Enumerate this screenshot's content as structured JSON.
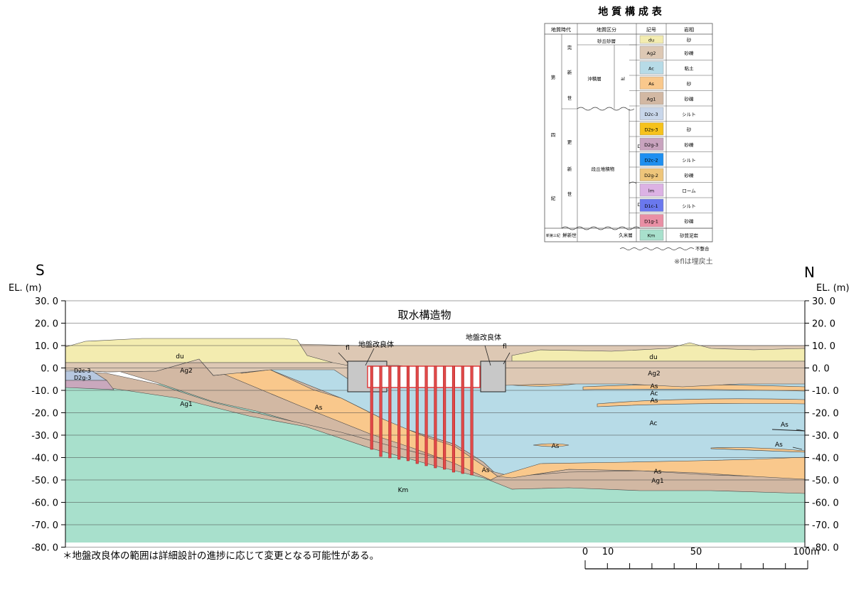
{
  "legend": {
    "title": "地 質 構 成 表",
    "headers": [
      "地質時代",
      "地質区分",
      "記号",
      "岩相"
    ],
    "era_chars": [
      "第",
      "四",
      "紀"
    ],
    "holocene_chars": [
      "完",
      "新",
      "世"
    ],
    "pleistocene_chars": [
      "更",
      "新",
      "世"
    ],
    "neogene_era": "新第三紀",
    "neogene_epoch": "鮮新世",
    "groups": {
      "dune": "砂丘砂層",
      "alluvium": "沖積層",
      "alluvium_code": "al",
      "terrace": "段丘堆積物",
      "d2": "D2",
      "d1": "D1",
      "kume": "久米層"
    },
    "rows": [
      {
        "code": "du",
        "color": "#f3ecb0",
        "facies": "砂"
      },
      {
        "code": "Ag2",
        "color": "#ddc8b4",
        "facies": "砂礫"
      },
      {
        "code": "Ac",
        "color": "#b7dbe7",
        "facies": "粘土"
      },
      {
        "code": "As",
        "color": "#f9c88c",
        "facies": "砂"
      },
      {
        "code": "Ag1",
        "color": "#d2b8a3",
        "facies": "砂礫"
      },
      {
        "code": "D2c-3",
        "color": "#c8d6ea",
        "facies": "シルト"
      },
      {
        "code": "D2s-3",
        "color": "#f6c21c",
        "facies": "砂"
      },
      {
        "code": "D2g-3",
        "color": "#c8a3be",
        "facies": "砂礫"
      },
      {
        "code": "D2c-2",
        "color": "#1e8ff0",
        "facies": "シルト"
      },
      {
        "code": "D2g-2",
        "color": "#eec57a",
        "facies": "砂礫"
      },
      {
        "code": "lm",
        "color": "#dcb2e4",
        "facies": "ローム"
      },
      {
        "code": "D1c-1",
        "color": "#6a78ee",
        "facies": "シルト"
      },
      {
        "code": "D1g-1",
        "color": "#e98fa5",
        "facies": "砂礫"
      },
      {
        "code": "Km",
        "color": "#a8e0cc",
        "facies": "砂質泥岩"
      }
    ],
    "unconformity": "不整合",
    "fill_note": "※flは埋戻土"
  },
  "section": {
    "south": "S",
    "north": "N",
    "axis_label": "EL. (m)",
    "ticks": [
      "30. 0",
      "20. 0",
      "10. 0",
      "0. 0",
      "-10. 0",
      "-20. 0",
      "-30. 0",
      "-40. 0",
      "-50. 0",
      "-60. 0",
      "-70. 0",
      "-80. 0"
    ],
    "structure_title": "取水構造物",
    "improved_ground": "地盤改良体",
    "fill": "fl",
    "unit_labels": {
      "du": "du",
      "Ag2": "Ag2",
      "Ag1": "Ag1",
      "As": "As",
      "Ac": "Ac",
      "Km": "Km",
      "D2c3": "D2c-3",
      "D2g3": "D2g-3"
    }
  },
  "footnote": "＊地盤改良体の範囲は詳細設計の進捗に応じて変更となる可能性がある。",
  "scale": {
    "labels": [
      "0",
      "10",
      "50",
      "100m"
    ]
  }
}
